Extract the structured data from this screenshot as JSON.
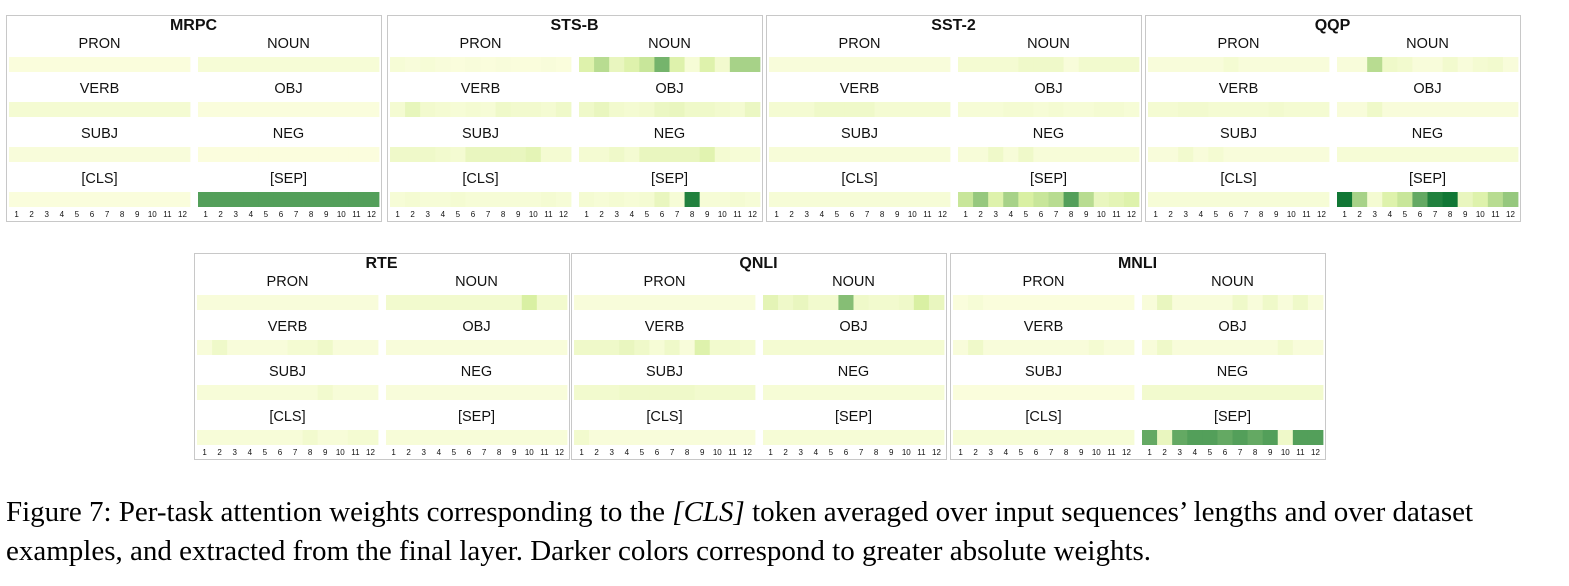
{
  "chart_data": [
    {
      "type": "heatmap",
      "title": "MRPC",
      "categories": [
        "PRON",
        "NOUN",
        "VERB",
        "OBJ",
        "SUBJ",
        "NEG",
        "[CLS]",
        "[SEP]"
      ],
      "x": [
        1,
        2,
        3,
        4,
        5,
        6,
        7,
        8,
        9,
        10,
        11,
        12
      ],
      "series": [
        {
          "name": "PRON",
          "values": [
            0.05,
            0.05,
            0.05,
            0.05,
            0.05,
            0.05,
            0.05,
            0.05,
            0.05,
            0.05,
            0.05,
            0.05
          ]
        },
        {
          "name": "NOUN",
          "values": [
            0.08,
            0.08,
            0.08,
            0.08,
            0.08,
            0.08,
            0.08,
            0.08,
            0.08,
            0.08,
            0.08,
            0.08
          ]
        },
        {
          "name": "VERB",
          "values": [
            0.1,
            0.1,
            0.1,
            0.1,
            0.1,
            0.1,
            0.1,
            0.1,
            0.1,
            0.1,
            0.1,
            0.1
          ]
        },
        {
          "name": "OBJ",
          "values": [
            0.05,
            0.05,
            0.05,
            0.05,
            0.05,
            0.05,
            0.05,
            0.05,
            0.05,
            0.05,
            0.05,
            0.05
          ]
        },
        {
          "name": "SUBJ",
          "values": [
            0.06,
            0.06,
            0.06,
            0.06,
            0.06,
            0.06,
            0.06,
            0.06,
            0.06,
            0.06,
            0.06,
            0.06
          ]
        },
        {
          "name": "NEG",
          "values": [
            0.04,
            0.04,
            0.04,
            0.04,
            0.04,
            0.04,
            0.04,
            0.04,
            0.04,
            0.04,
            0.04,
            0.04
          ]
        },
        {
          "name": "[CLS]",
          "values": [
            0.05,
            0.05,
            0.05,
            0.05,
            0.05,
            0.05,
            0.05,
            0.05,
            0.05,
            0.05,
            0.05,
            0.05
          ]
        },
        {
          "name": "[SEP]",
          "values": [
            0.75,
            0.75,
            0.75,
            0.75,
            0.75,
            0.75,
            0.75,
            0.75,
            0.75,
            0.75,
            0.75,
            0.75
          ]
        }
      ]
    },
    {
      "type": "heatmap",
      "title": "STS-B",
      "categories": [
        "PRON",
        "NOUN",
        "VERB",
        "OBJ",
        "SUBJ",
        "NEG",
        "[CLS]",
        "[SEP]"
      ],
      "x": [
        1,
        2,
        3,
        4,
        5,
        6,
        7,
        8,
        9,
        10,
        11,
        12
      ],
      "series": [
        {
          "name": "PRON",
          "values": [
            0.08,
            0.06,
            0.08,
            0.06,
            0.05,
            0.06,
            0.05,
            0.06,
            0.05,
            0.05,
            0.06,
            0.05
          ]
        },
        {
          "name": "NOUN",
          "values": [
            0.3,
            0.45,
            0.2,
            0.3,
            0.4,
            0.65,
            0.3,
            0.08,
            0.3,
            0.12,
            0.5,
            0.5
          ]
        },
        {
          "name": "VERB",
          "values": [
            0.1,
            0.22,
            0.12,
            0.1,
            0.08,
            0.1,
            0.08,
            0.15,
            0.12,
            0.12,
            0.1,
            0.15
          ]
        },
        {
          "name": "OBJ",
          "values": [
            0.15,
            0.2,
            0.12,
            0.1,
            0.12,
            0.18,
            0.2,
            0.15,
            0.15,
            0.12,
            0.1,
            0.18
          ]
        },
        {
          "name": "SUBJ",
          "values": [
            0.15,
            0.15,
            0.15,
            0.12,
            0.1,
            0.2,
            0.2,
            0.2,
            0.2,
            0.25,
            0.1,
            0.1
          ]
        },
        {
          "name": "NEG",
          "values": [
            0.1,
            0.1,
            0.15,
            0.1,
            0.2,
            0.2,
            0.2,
            0.2,
            0.28,
            0.1,
            0.08,
            0.08
          ]
        },
        {
          "name": "[CLS]",
          "values": [
            0.08,
            0.1,
            0.08,
            0.08,
            0.1,
            0.08,
            0.08,
            0.08,
            0.08,
            0.08,
            0.1,
            0.08
          ]
        },
        {
          "name": "[SEP]",
          "values": [
            0.1,
            0.08,
            0.1,
            0.08,
            0.1,
            0.2,
            0.08,
            0.9,
            0.08,
            0.08,
            0.1,
            0.08
          ]
        }
      ]
    },
    {
      "type": "heatmap",
      "title": "SST-2",
      "categories": [
        "PRON",
        "NOUN",
        "VERB",
        "OBJ",
        "SUBJ",
        "NEG",
        "[CLS]",
        "[SEP]"
      ],
      "x": [
        1,
        2,
        3,
        4,
        5,
        6,
        7,
        8,
        9,
        10,
        11,
        12
      ],
      "series": [
        {
          "name": "PRON",
          "values": [
            0.06,
            0.06,
            0.06,
            0.06,
            0.06,
            0.06,
            0.06,
            0.06,
            0.06,
            0.06,
            0.06,
            0.06
          ]
        },
        {
          "name": "NOUN",
          "values": [
            0.1,
            0.1,
            0.1,
            0.1,
            0.15,
            0.15,
            0.15,
            0.06,
            0.12,
            0.12,
            0.12,
            0.12
          ]
        },
        {
          "name": "VERB",
          "values": [
            0.1,
            0.1,
            0.1,
            0.15,
            0.15,
            0.15,
            0.15,
            0.1,
            0.1,
            0.1,
            0.1,
            0.1
          ]
        },
        {
          "name": "OBJ",
          "values": [
            0.08,
            0.08,
            0.08,
            0.1,
            0.1,
            0.08,
            0.1,
            0.08,
            0.08,
            0.1,
            0.1,
            0.08
          ]
        },
        {
          "name": "SUBJ",
          "values": [
            0.07,
            0.07,
            0.07,
            0.07,
            0.07,
            0.07,
            0.07,
            0.07,
            0.07,
            0.07,
            0.07,
            0.07
          ]
        },
        {
          "name": "NEG",
          "values": [
            0.07,
            0.07,
            0.15,
            0.07,
            0.15,
            0.07,
            0.07,
            0.07,
            0.07,
            0.07,
            0.07,
            0.07
          ]
        },
        {
          "name": "[CLS]",
          "values": [
            0.08,
            0.08,
            0.08,
            0.08,
            0.08,
            0.08,
            0.08,
            0.08,
            0.08,
            0.08,
            0.08,
            0.08
          ]
        },
        {
          "name": "[SEP]",
          "values": [
            0.4,
            0.55,
            0.3,
            0.5,
            0.35,
            0.4,
            0.45,
            0.75,
            0.45,
            0.2,
            0.25,
            0.3
          ]
        }
      ]
    },
    {
      "type": "heatmap",
      "title": "QQP",
      "categories": [
        "PRON",
        "NOUN",
        "VERB",
        "OBJ",
        "SUBJ",
        "NEG",
        "[CLS]",
        "[SEP]"
      ],
      "x": [
        1,
        2,
        3,
        4,
        5,
        6,
        7,
        8,
        9,
        10,
        11,
        12
      ],
      "series": [
        {
          "name": "PRON",
          "values": [
            0.06,
            0.06,
            0.06,
            0.06,
            0.06,
            0.1,
            0.06,
            0.06,
            0.06,
            0.06,
            0.06,
            0.06
          ]
        },
        {
          "name": "NOUN",
          "values": [
            0.06,
            0.06,
            0.45,
            0.15,
            0.12,
            0.06,
            0.06,
            0.12,
            0.06,
            0.1,
            0.12,
            0.06
          ]
        },
        {
          "name": "VERB",
          "values": [
            0.1,
            0.1,
            0.12,
            0.12,
            0.1,
            0.1,
            0.1,
            0.1,
            0.12,
            0.1,
            0.1,
            0.1
          ]
        },
        {
          "name": "OBJ",
          "values": [
            0.06,
            0.06,
            0.15,
            0.06,
            0.06,
            0.06,
            0.06,
            0.06,
            0.06,
            0.06,
            0.06,
            0.06
          ]
        },
        {
          "name": "SUBJ",
          "values": [
            0.06,
            0.06,
            0.12,
            0.06,
            0.1,
            0.06,
            0.06,
            0.06,
            0.06,
            0.06,
            0.06,
            0.06
          ]
        },
        {
          "name": "NEG",
          "values": [
            0.08,
            0.08,
            0.08,
            0.08,
            0.08,
            0.08,
            0.08,
            0.08,
            0.08,
            0.08,
            0.08,
            0.08
          ]
        },
        {
          "name": "[CLS]",
          "values": [
            0.08,
            0.08,
            0.08,
            0.08,
            0.08,
            0.08,
            0.08,
            0.08,
            0.08,
            0.08,
            0.08,
            0.08
          ]
        },
        {
          "name": "[SEP]",
          "values": [
            0.95,
            0.5,
            0.1,
            0.3,
            0.4,
            0.7,
            0.9,
            0.95,
            0.2,
            0.3,
            0.45,
            0.55
          ]
        }
      ]
    },
    {
      "type": "heatmap",
      "title": "RTE",
      "categories": [
        "PRON",
        "NOUN",
        "VERB",
        "OBJ",
        "SUBJ",
        "NEG",
        "[CLS]",
        "[SEP]"
      ],
      "x": [
        1,
        2,
        3,
        4,
        5,
        6,
        7,
        8,
        9,
        10,
        11,
        12
      ],
      "series": [
        {
          "name": "PRON",
          "values": [
            0.06,
            0.06,
            0.06,
            0.06,
            0.06,
            0.06,
            0.06,
            0.06,
            0.06,
            0.06,
            0.06,
            0.06
          ]
        },
        {
          "name": "NOUN",
          "values": [
            0.12,
            0.12,
            0.12,
            0.12,
            0.12,
            0.12,
            0.12,
            0.12,
            0.12,
            0.35,
            0.12,
            0.12
          ]
        },
        {
          "name": "VERB",
          "values": [
            0.06,
            0.15,
            0.06,
            0.06,
            0.06,
            0.06,
            0.1,
            0.1,
            0.15,
            0.06,
            0.06,
            0.06
          ]
        },
        {
          "name": "OBJ",
          "values": [
            0.06,
            0.06,
            0.06,
            0.06,
            0.06,
            0.06,
            0.06,
            0.06,
            0.06,
            0.06,
            0.06,
            0.06
          ]
        },
        {
          "name": "SUBJ",
          "values": [
            0.07,
            0.07,
            0.07,
            0.07,
            0.07,
            0.07,
            0.07,
            0.07,
            0.12,
            0.07,
            0.07,
            0.07
          ]
        },
        {
          "name": "NEG",
          "values": [
            0.06,
            0.06,
            0.06,
            0.06,
            0.06,
            0.06,
            0.06,
            0.06,
            0.06,
            0.06,
            0.06,
            0.06
          ]
        },
        {
          "name": "[CLS]",
          "values": [
            0.07,
            0.07,
            0.07,
            0.07,
            0.07,
            0.07,
            0.07,
            0.12,
            0.07,
            0.07,
            0.1,
            0.1
          ]
        },
        {
          "name": "[SEP]",
          "values": [
            0.07,
            0.07,
            0.07,
            0.07,
            0.07,
            0.07,
            0.07,
            0.07,
            0.07,
            0.07,
            0.07,
            0.07
          ]
        }
      ]
    },
    {
      "type": "heatmap",
      "title": "QNLI",
      "categories": [
        "PRON",
        "NOUN",
        "VERB",
        "OBJ",
        "SUBJ",
        "NEG",
        "[CLS]",
        "[SEP]"
      ],
      "x": [
        1,
        2,
        3,
        4,
        5,
        6,
        7,
        8,
        9,
        10,
        11,
        12
      ],
      "series": [
        {
          "name": "PRON",
          "values": [
            0.06,
            0.06,
            0.06,
            0.06,
            0.06,
            0.06,
            0.06,
            0.06,
            0.06,
            0.06,
            0.06,
            0.06
          ]
        },
        {
          "name": "NOUN",
          "values": [
            0.25,
            0.15,
            0.2,
            0.12,
            0.12,
            0.6,
            0.15,
            0.12,
            0.12,
            0.15,
            0.35,
            0.2
          ]
        },
        {
          "name": "VERB",
          "values": [
            0.15,
            0.15,
            0.15,
            0.2,
            0.15,
            0.08,
            0.15,
            0.06,
            0.3,
            0.12,
            0.12,
            0.1
          ]
        },
        {
          "name": "OBJ",
          "values": [
            0.1,
            0.1,
            0.1,
            0.1,
            0.1,
            0.1,
            0.1,
            0.1,
            0.1,
            0.1,
            0.1,
            0.1
          ]
        },
        {
          "name": "SUBJ",
          "values": [
            0.12,
            0.12,
            0.12,
            0.15,
            0.15,
            0.15,
            0.15,
            0.15,
            0.12,
            0.12,
            0.12,
            0.12
          ]
        },
        {
          "name": "NEG",
          "values": [
            0.08,
            0.08,
            0.08,
            0.08,
            0.08,
            0.08,
            0.08,
            0.08,
            0.08,
            0.08,
            0.08,
            0.08
          ]
        },
        {
          "name": "[CLS]",
          "values": [
            0.12,
            0.06,
            0.06,
            0.06,
            0.06,
            0.06,
            0.06,
            0.06,
            0.06,
            0.06,
            0.06,
            0.06
          ]
        },
        {
          "name": "[SEP]",
          "values": [
            0.08,
            0.08,
            0.08,
            0.08,
            0.08,
            0.08,
            0.08,
            0.08,
            0.08,
            0.08,
            0.08,
            0.08
          ]
        }
      ]
    },
    {
      "type": "heatmap",
      "title": "MNLI",
      "categories": [
        "PRON",
        "NOUN",
        "VERB",
        "OBJ",
        "SUBJ",
        "NEG",
        "[CLS]",
        "[SEP]"
      ],
      "x": [
        1,
        2,
        3,
        4,
        5,
        6,
        7,
        8,
        9,
        10,
        11,
        12
      ],
      "series": [
        {
          "name": "PRON",
          "values": [
            0.05,
            0.08,
            0.05,
            0.05,
            0.05,
            0.05,
            0.05,
            0.05,
            0.05,
            0.05,
            0.05,
            0.05
          ]
        },
        {
          "name": "NOUN",
          "values": [
            0.06,
            0.2,
            0.06,
            0.06,
            0.06,
            0.06,
            0.15,
            0.06,
            0.15,
            0.06,
            0.15,
            0.06
          ]
        },
        {
          "name": "VERB",
          "values": [
            0.06,
            0.15,
            0.06,
            0.06,
            0.06,
            0.06,
            0.06,
            0.06,
            0.06,
            0.1,
            0.06,
            0.06
          ]
        },
        {
          "name": "OBJ",
          "values": [
            0.06,
            0.15,
            0.06,
            0.06,
            0.06,
            0.06,
            0.06,
            0.06,
            0.06,
            0.12,
            0.06,
            0.06
          ]
        },
        {
          "name": "SUBJ",
          "values": [
            0.05,
            0.05,
            0.05,
            0.05,
            0.05,
            0.05,
            0.05,
            0.05,
            0.05,
            0.05,
            0.05,
            0.05
          ]
        },
        {
          "name": "NEG",
          "values": [
            0.12,
            0.12,
            0.12,
            0.12,
            0.12,
            0.12,
            0.12,
            0.12,
            0.12,
            0.12,
            0.12,
            0.12
          ]
        },
        {
          "name": "[CLS]",
          "values": [
            0.08,
            0.08,
            0.08,
            0.08,
            0.08,
            0.08,
            0.08,
            0.08,
            0.08,
            0.08,
            0.08,
            0.08
          ]
        },
        {
          "name": "[SEP]",
          "values": [
            0.7,
            0.2,
            0.7,
            0.75,
            0.75,
            0.7,
            0.75,
            0.7,
            0.75,
            0.15,
            0.75,
            0.75
          ]
        }
      ]
    }
  ],
  "color_scale": {
    "low": "#ffffe5",
    "mid": "#d9f0a3",
    "high": "#006d2c"
  },
  "caption": {
    "prefix": "Figure 7: Per-task attention weights corresponding to the ",
    "token": "[CLS]",
    "suffix": " token averaged over input sequences’ lengths and over dataset examples, and extracted from the final layer. Darker colors correspond to greater absolute weights."
  }
}
